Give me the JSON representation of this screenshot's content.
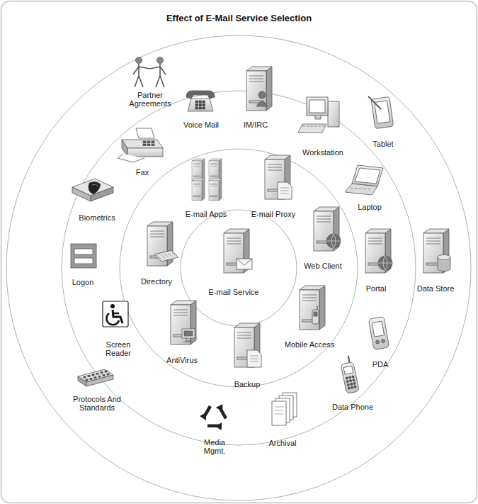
{
  "diagram": {
    "title": "Effect of E-Mail Service Selection",
    "nodes": [
      {
        "text": [
          "Partner Agreements"
        ]
      },
      {
        "text": [
          "Voice Mail"
        ]
      },
      {
        "text": [
          "IM/IRC"
        ]
      },
      {
        "text": [
          "Workstation"
        ]
      },
      {
        "text": [
          "Tablet"
        ]
      },
      {
        "text": [
          "Fax"
        ]
      },
      {
        "text": [
          "E-mail Apps"
        ]
      },
      {
        "text": [
          "E-mail Proxy"
        ]
      },
      {
        "text": [
          "Laptop"
        ]
      },
      {
        "text": [
          "Biometrics"
        ]
      },
      {
        "text": [
          "Web Client"
        ]
      },
      {
        "text": [
          "Directory"
        ]
      },
      {
        "text": [
          "E-mail Service"
        ]
      },
      {
        "text": [
          "Portal"
        ]
      },
      {
        "text": [
          "Data Store"
        ]
      },
      {
        "text": [
          "Logon"
        ]
      },
      {
        "text": [
          "Screen Reader"
        ]
      },
      {
        "text": [
          "AntiVirus"
        ]
      },
      {
        "text": [
          "Mobile Access"
        ]
      },
      {
        "text": [
          "PDA"
        ]
      },
      {
        "text": [
          "Backup"
        ]
      },
      {
        "text": [
          "Protocols And Standards"
        ]
      },
      {
        "text": [
          "Data Phone"
        ]
      },
      {
        "text": [
          "Media Mgmt."
        ]
      },
      {
        "text": [
          "Archival"
        ]
      }
    ]
  }
}
